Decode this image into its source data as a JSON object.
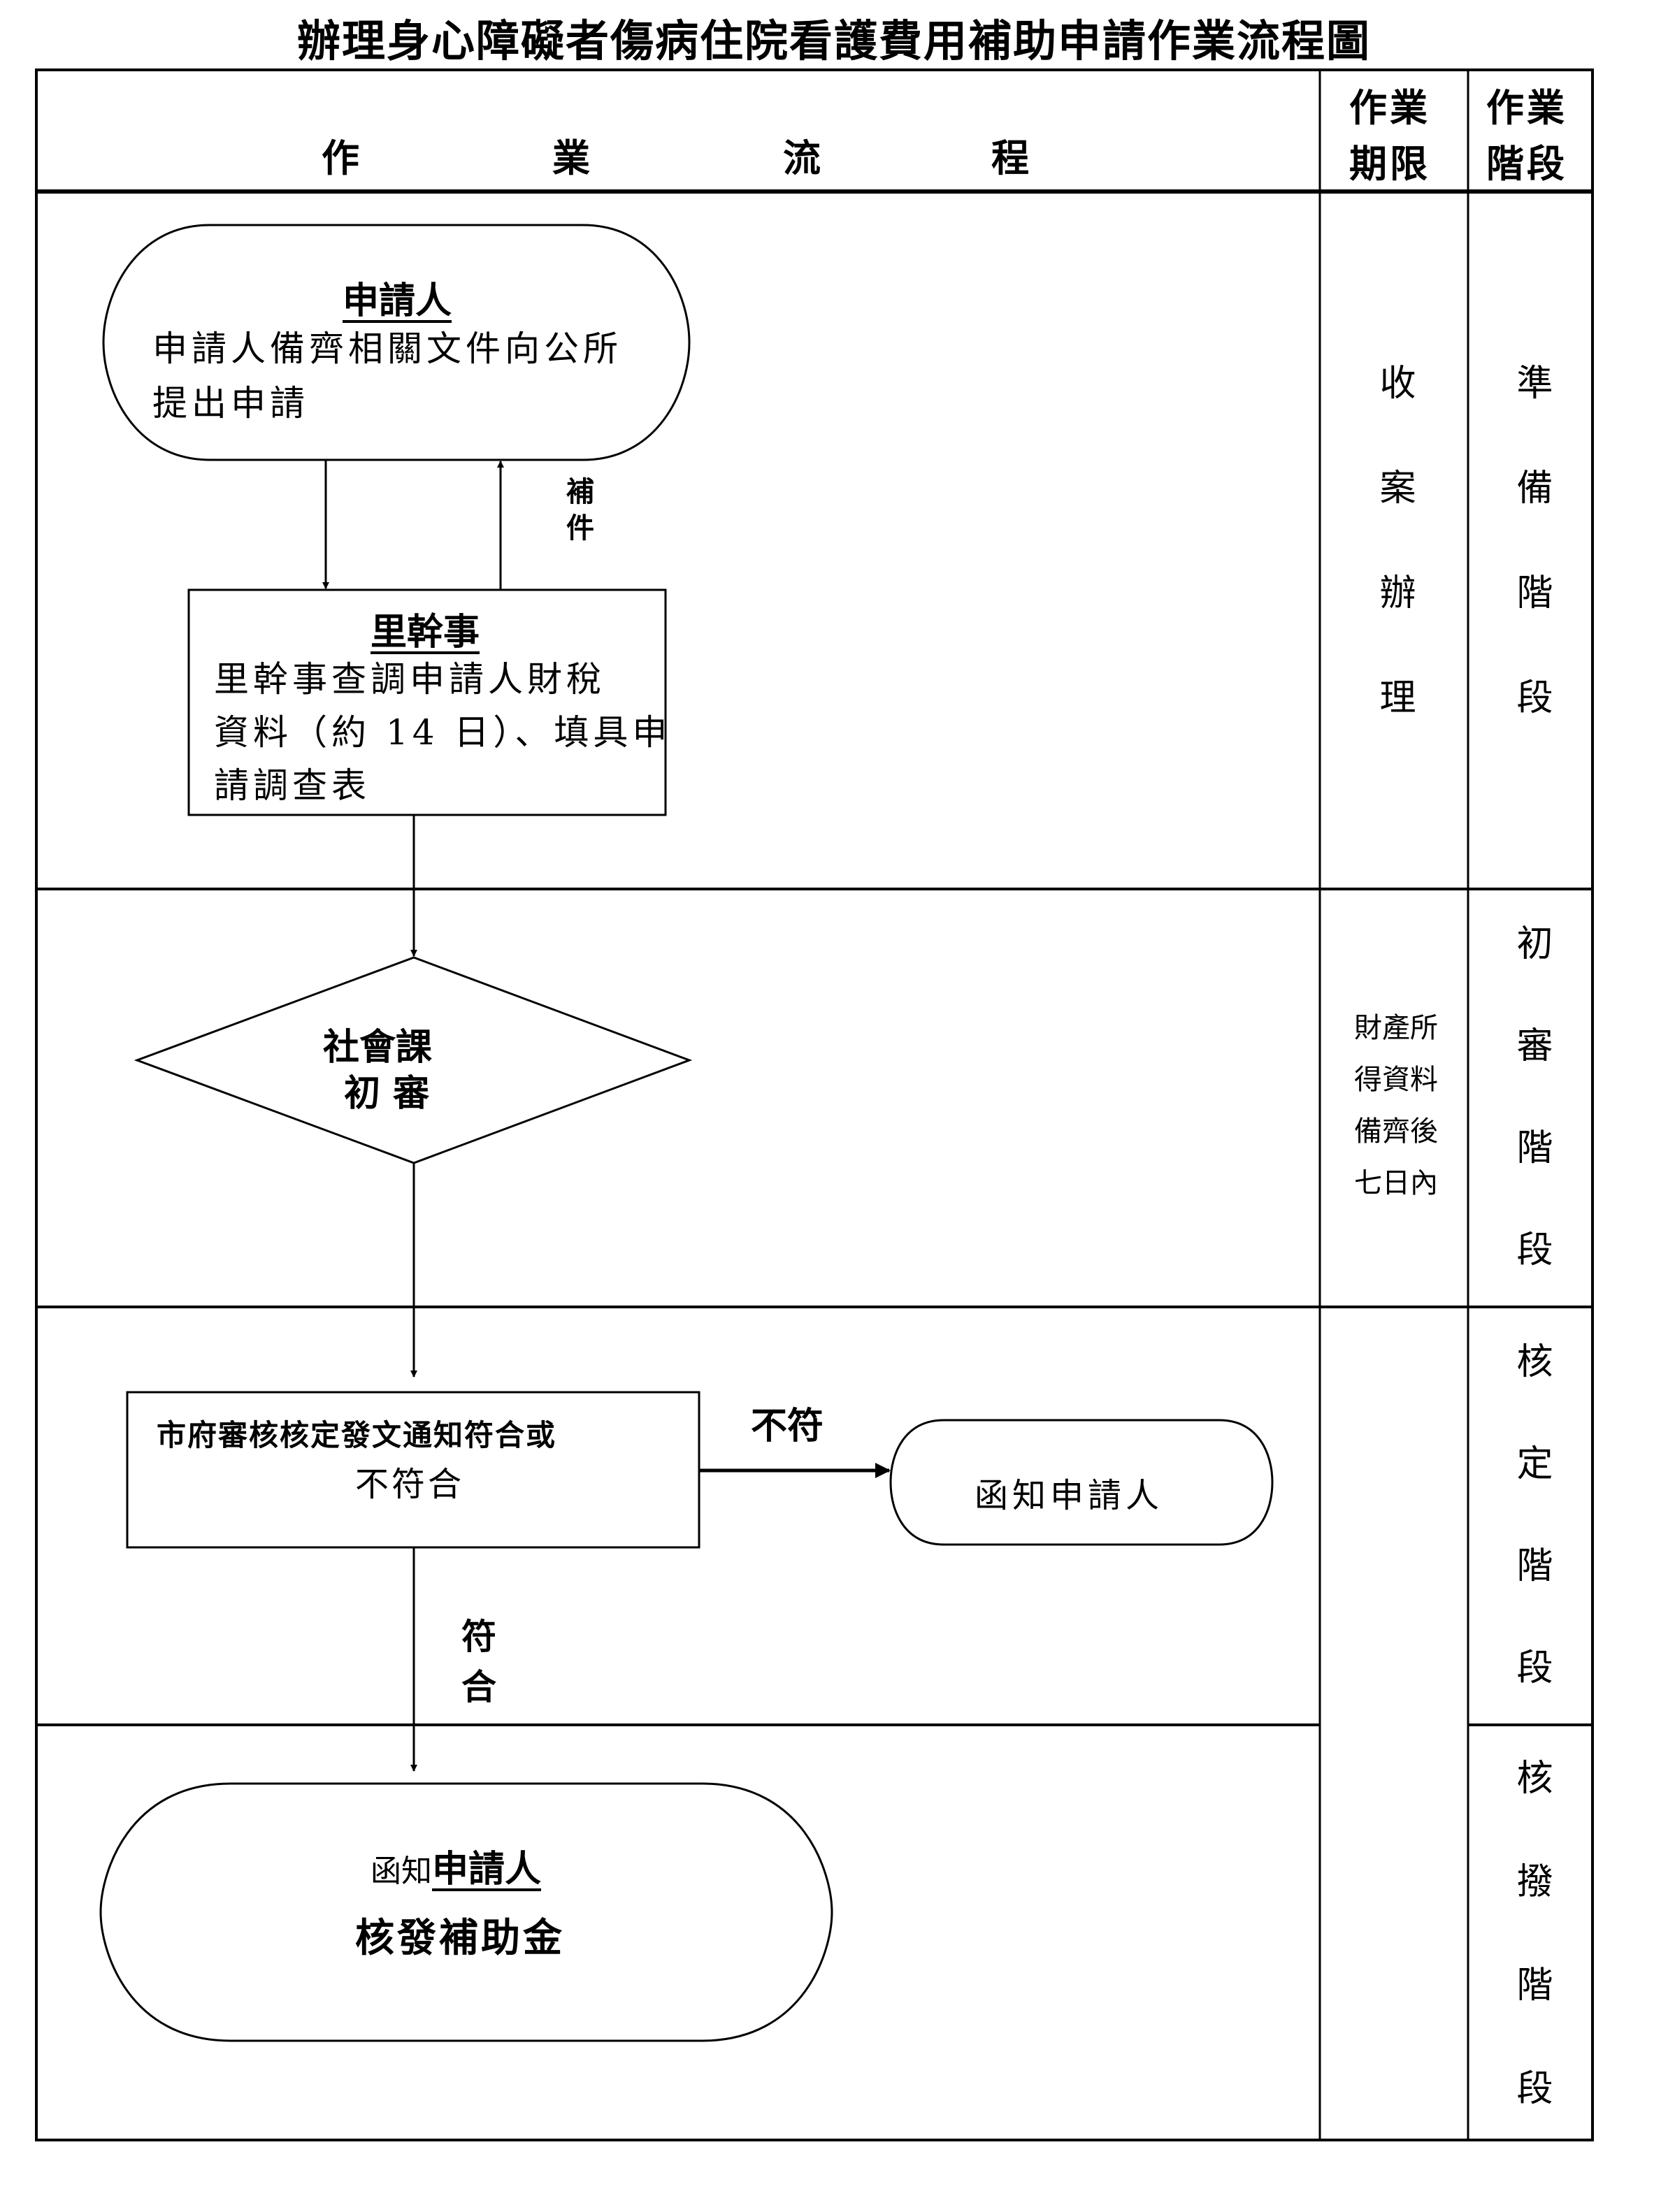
{
  "title": "辦理身心障礙者傷病住院看護費用補助申請作業流程圖",
  "header": {
    "flow": [
      "作",
      "業",
      "流",
      "程"
    ],
    "period": [
      "作業",
      "期限"
    ],
    "stage": [
      "作業",
      "階段"
    ]
  },
  "rows": [
    {
      "period": "收案辦理",
      "stage": "準備階段"
    },
    {
      "period": [
        "財產所",
        "得資料",
        "備齊後",
        "七日內"
      ],
      "stage": "初審階段"
    },
    {
      "period": "",
      "stage": "核定階段"
    },
    {
      "period": "",
      "stage": "核撥階段"
    }
  ],
  "nodes": {
    "applicant": {
      "heading": "申請人",
      "lines": [
        "申請人備齊相關文件向公所",
        "提出申請"
      ]
    },
    "village_officer": {
      "heading": "里幹事",
      "lines": [
        "里幹事查調申請人財稅",
        "資料（約 14 日）、填具申",
        "請調查表"
      ]
    },
    "social_review": {
      "lines": [
        "社會課",
        "初 審"
      ]
    },
    "city_review": {
      "lines": [
        "市府審核核定發文通知符合或",
        "不符合"
      ]
    },
    "notify_reject": {
      "text": "函知申請人"
    },
    "final": {
      "prefix": "函知",
      "heading": "申請人",
      "line2": "核發補助金"
    }
  },
  "edge_labels": {
    "supplement": [
      "補",
      "件"
    ],
    "not_match": "不符",
    "match": [
      "符",
      "合"
    ]
  }
}
